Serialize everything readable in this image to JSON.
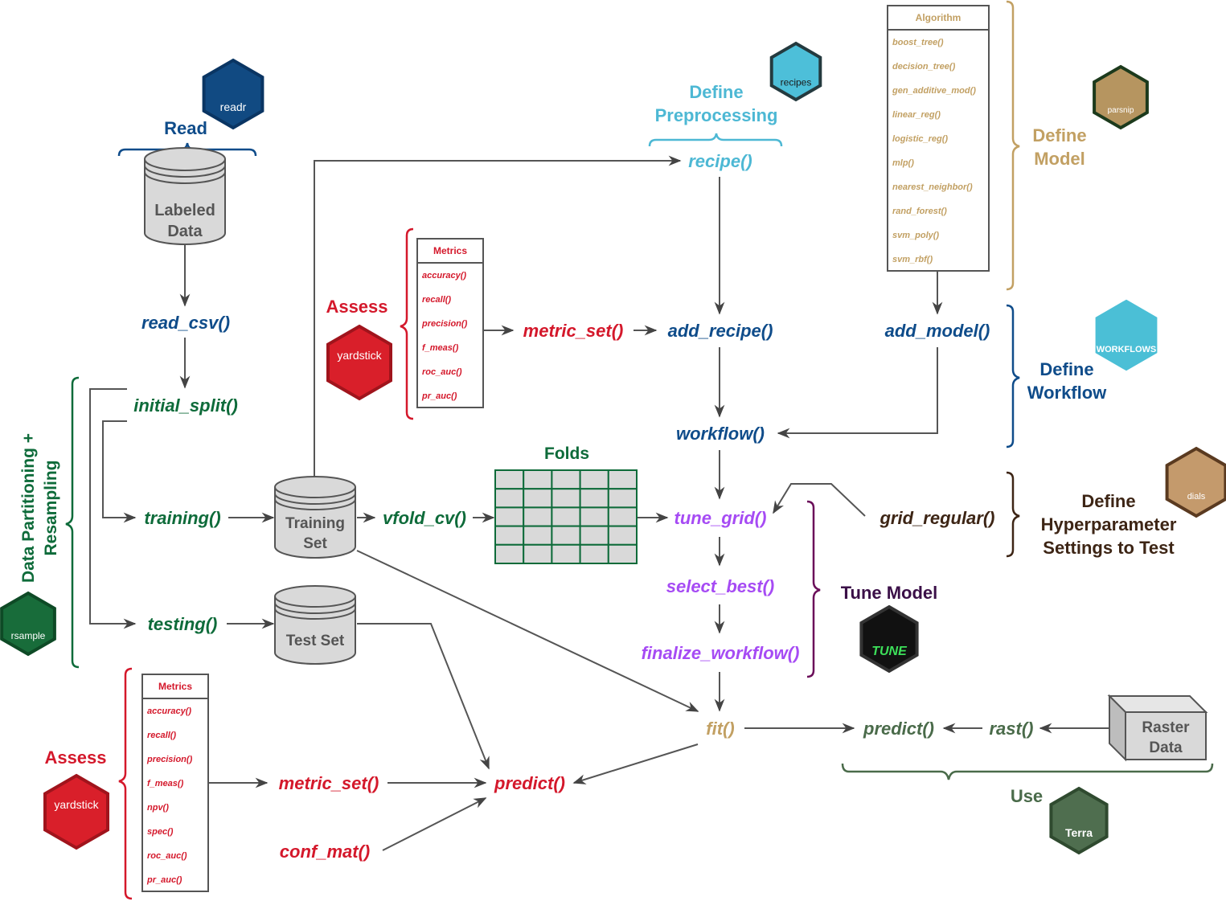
{
  "colors": {
    "read": "#0f4c8a",
    "partition": "#0e6b3a",
    "preprocess": "#4db8d4",
    "assess": "#d4182b",
    "model": "#c2a063",
    "tune": "#a64bf4",
    "tune_bracket": "#6b0f5a",
    "tune_label": "#3b1048",
    "hyper": "#3d2515",
    "use": "#4a6b4a",
    "arrow": "#444444",
    "db_fill": "#d9d9d9",
    "db_stroke": "#555555",
    "db_text": "#555555"
  },
  "sections": {
    "read": "Read",
    "partition": [
      "Data Partitioning +",
      "Resampling"
    ],
    "preprocess": [
      "Define",
      "Preprocessing"
    ],
    "assess_top": "Assess",
    "assess_bottom": "Assess",
    "model": [
      "Define",
      "Model"
    ],
    "workflow": [
      "Define",
      "Workflow"
    ],
    "hyper": [
      "Define",
      "Hyperparameter",
      "Settings to Test"
    ],
    "tune": "Tune Model",
    "use": "Use",
    "folds": "Folds"
  },
  "data_stores": {
    "labeled": [
      "Labeled",
      "Data"
    ],
    "training": [
      "Training",
      "Set"
    ],
    "test": [
      "Test Set"
    ],
    "raster": [
      "Raster",
      "Data"
    ]
  },
  "functions": {
    "read_csv": "read_csv()",
    "initial_split": "initial_split()",
    "training": "training()",
    "testing": "testing()",
    "vfold_cv": "vfold_cv()",
    "recipe": "recipe()",
    "add_recipe": "add_recipe()",
    "metric_set_top": "metric_set()",
    "add_model": "add_model()",
    "workflow": "workflow()",
    "tune_grid": "tune_grid()",
    "grid_regular": "grid_regular()",
    "select_best": "select_best()",
    "finalize_workflow": "finalize_workflow()",
    "fit": "fit()",
    "predict_use": "predict()",
    "rast": "rast()",
    "metric_set_bottom": "metric_set()",
    "predict_assess": "predict()",
    "conf_mat": "conf_mat()"
  },
  "algorithm_table": {
    "header": "Algorithm",
    "items": [
      "boost_tree()",
      "decision_tree()",
      "gen_additive_mod()",
      "linear_reg()",
      "logistic_reg()",
      "mlp()",
      "nearest_neighbor()",
      "rand_forest()",
      "svm_poly()",
      "svm_rbf()"
    ]
  },
  "metrics_top": {
    "header": "Metrics",
    "items": [
      "accuracy()",
      "recall()",
      "precision()",
      "f_meas()",
      "roc_auc()",
      "pr_auc()"
    ]
  },
  "metrics_bottom": {
    "header": "Metrics",
    "items": [
      "accuracy()",
      "recall()",
      "precision()",
      "f_meas()",
      "npv()",
      "spec()",
      "roc_auc()",
      "pr_auc()"
    ]
  },
  "logos": {
    "readr": {
      "label": "readr",
      "fill": "#114a82",
      "border": "#0a3563",
      "text": "#ffffff"
    },
    "recipes": {
      "label": "recipes",
      "fill": "#4dbfd9",
      "border": "#243a3f",
      "text": "#1a1a1a"
    },
    "parsnip": {
      "label": "parsnip",
      "fill": "#b69560",
      "border": "#1c3a1c",
      "text": "#ffffff"
    },
    "workflows": {
      "label": "WORKFLOWS",
      "fill": "#4bbfd6",
      "border": "#4bbfd6",
      "text": "#ffffff"
    },
    "dials": {
      "label": "dials",
      "fill": "#c49a6c",
      "border": "#5a3a20",
      "text": "#ffffff"
    },
    "yardstick_top": {
      "label": "yardstick",
      "fill": "#d91f2a",
      "border": "#a0141c",
      "text": "#ffffff"
    },
    "yardstick_bottom": {
      "label": "yardstick",
      "fill": "#d91f2a",
      "border": "#a0141c",
      "text": "#ffffff"
    },
    "rsample": {
      "label": "rsample",
      "fill": "#186c3a",
      "border": "#0e4a26",
      "text": "#ffffff"
    },
    "tune": {
      "label": "TUNE",
      "fill": "#111111",
      "border": "#333333",
      "text": "#3de05a"
    },
    "terra": {
      "label": "Terra",
      "fill": "#4f6e4f",
      "border": "#2f4a2f",
      "text": "#ffffff"
    }
  }
}
